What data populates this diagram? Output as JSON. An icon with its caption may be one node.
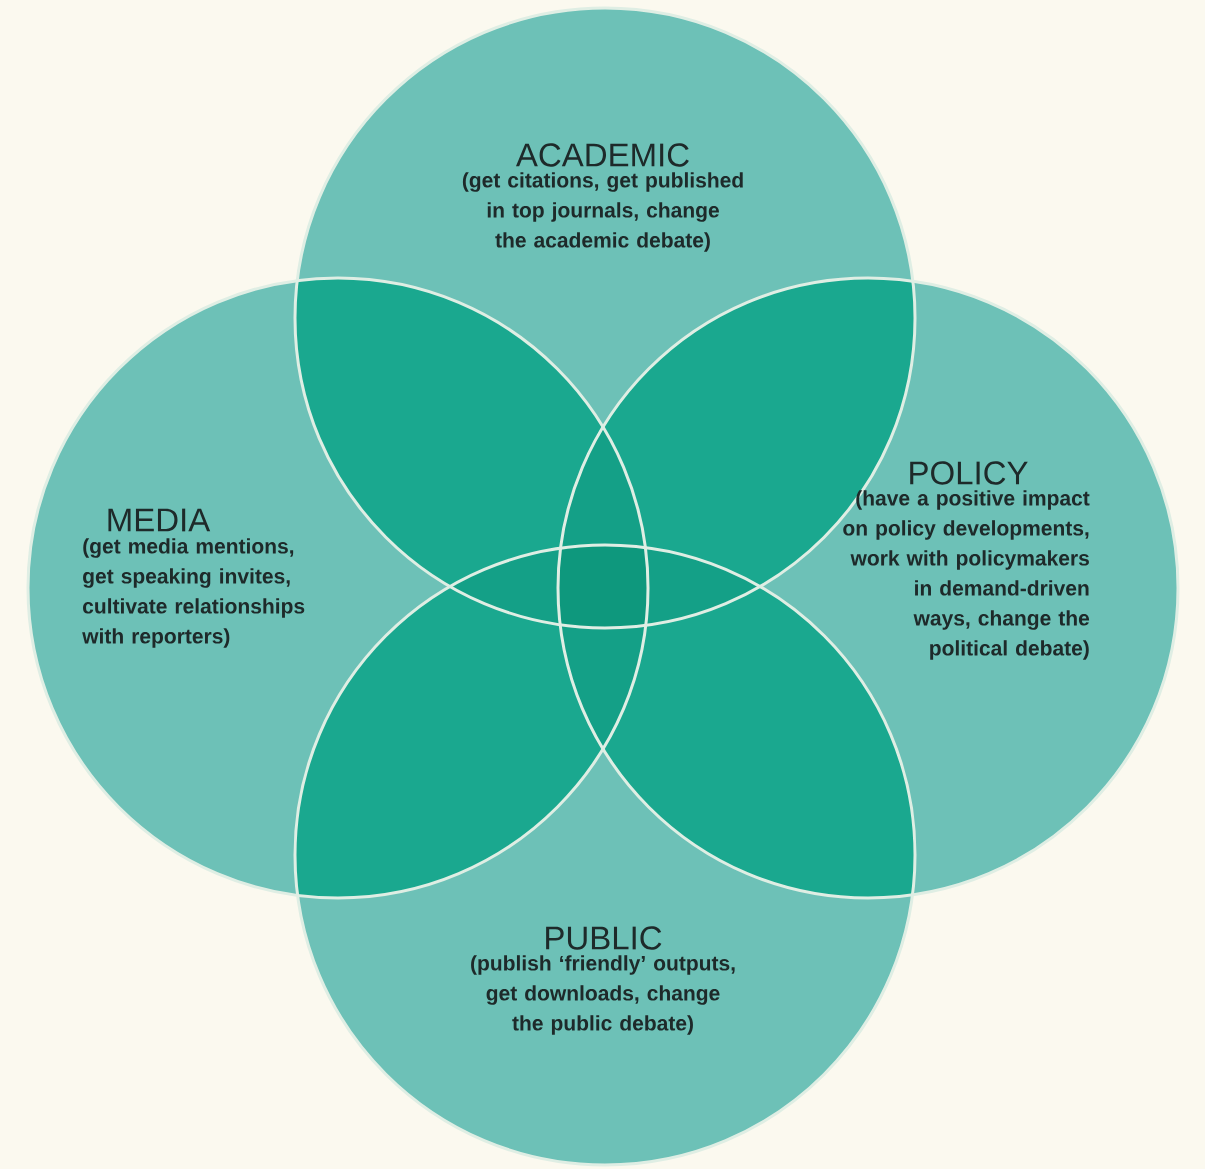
{
  "diagram": {
    "nodes": [
      {
        "text": [
          "ACADEMIC",
          "(get citations, get published in top journals, change the academic debate)"
        ]
      },
      {
        "text": [
          "MEDIA",
          "(get media mentions, get speaking invites, cultivate relationships with reporters)"
        ]
      },
      {
        "text": [
          "POLICY",
          "(have a positive impact on policy developments, work with policymakers in demand-driven ways, change the political debate)"
        ]
      },
      {
        "text": [
          "PUBLIC",
          "(publish ‘friendly’ outputs, get downloads, change the public debate)"
        ]
      }
    ]
  }
}
